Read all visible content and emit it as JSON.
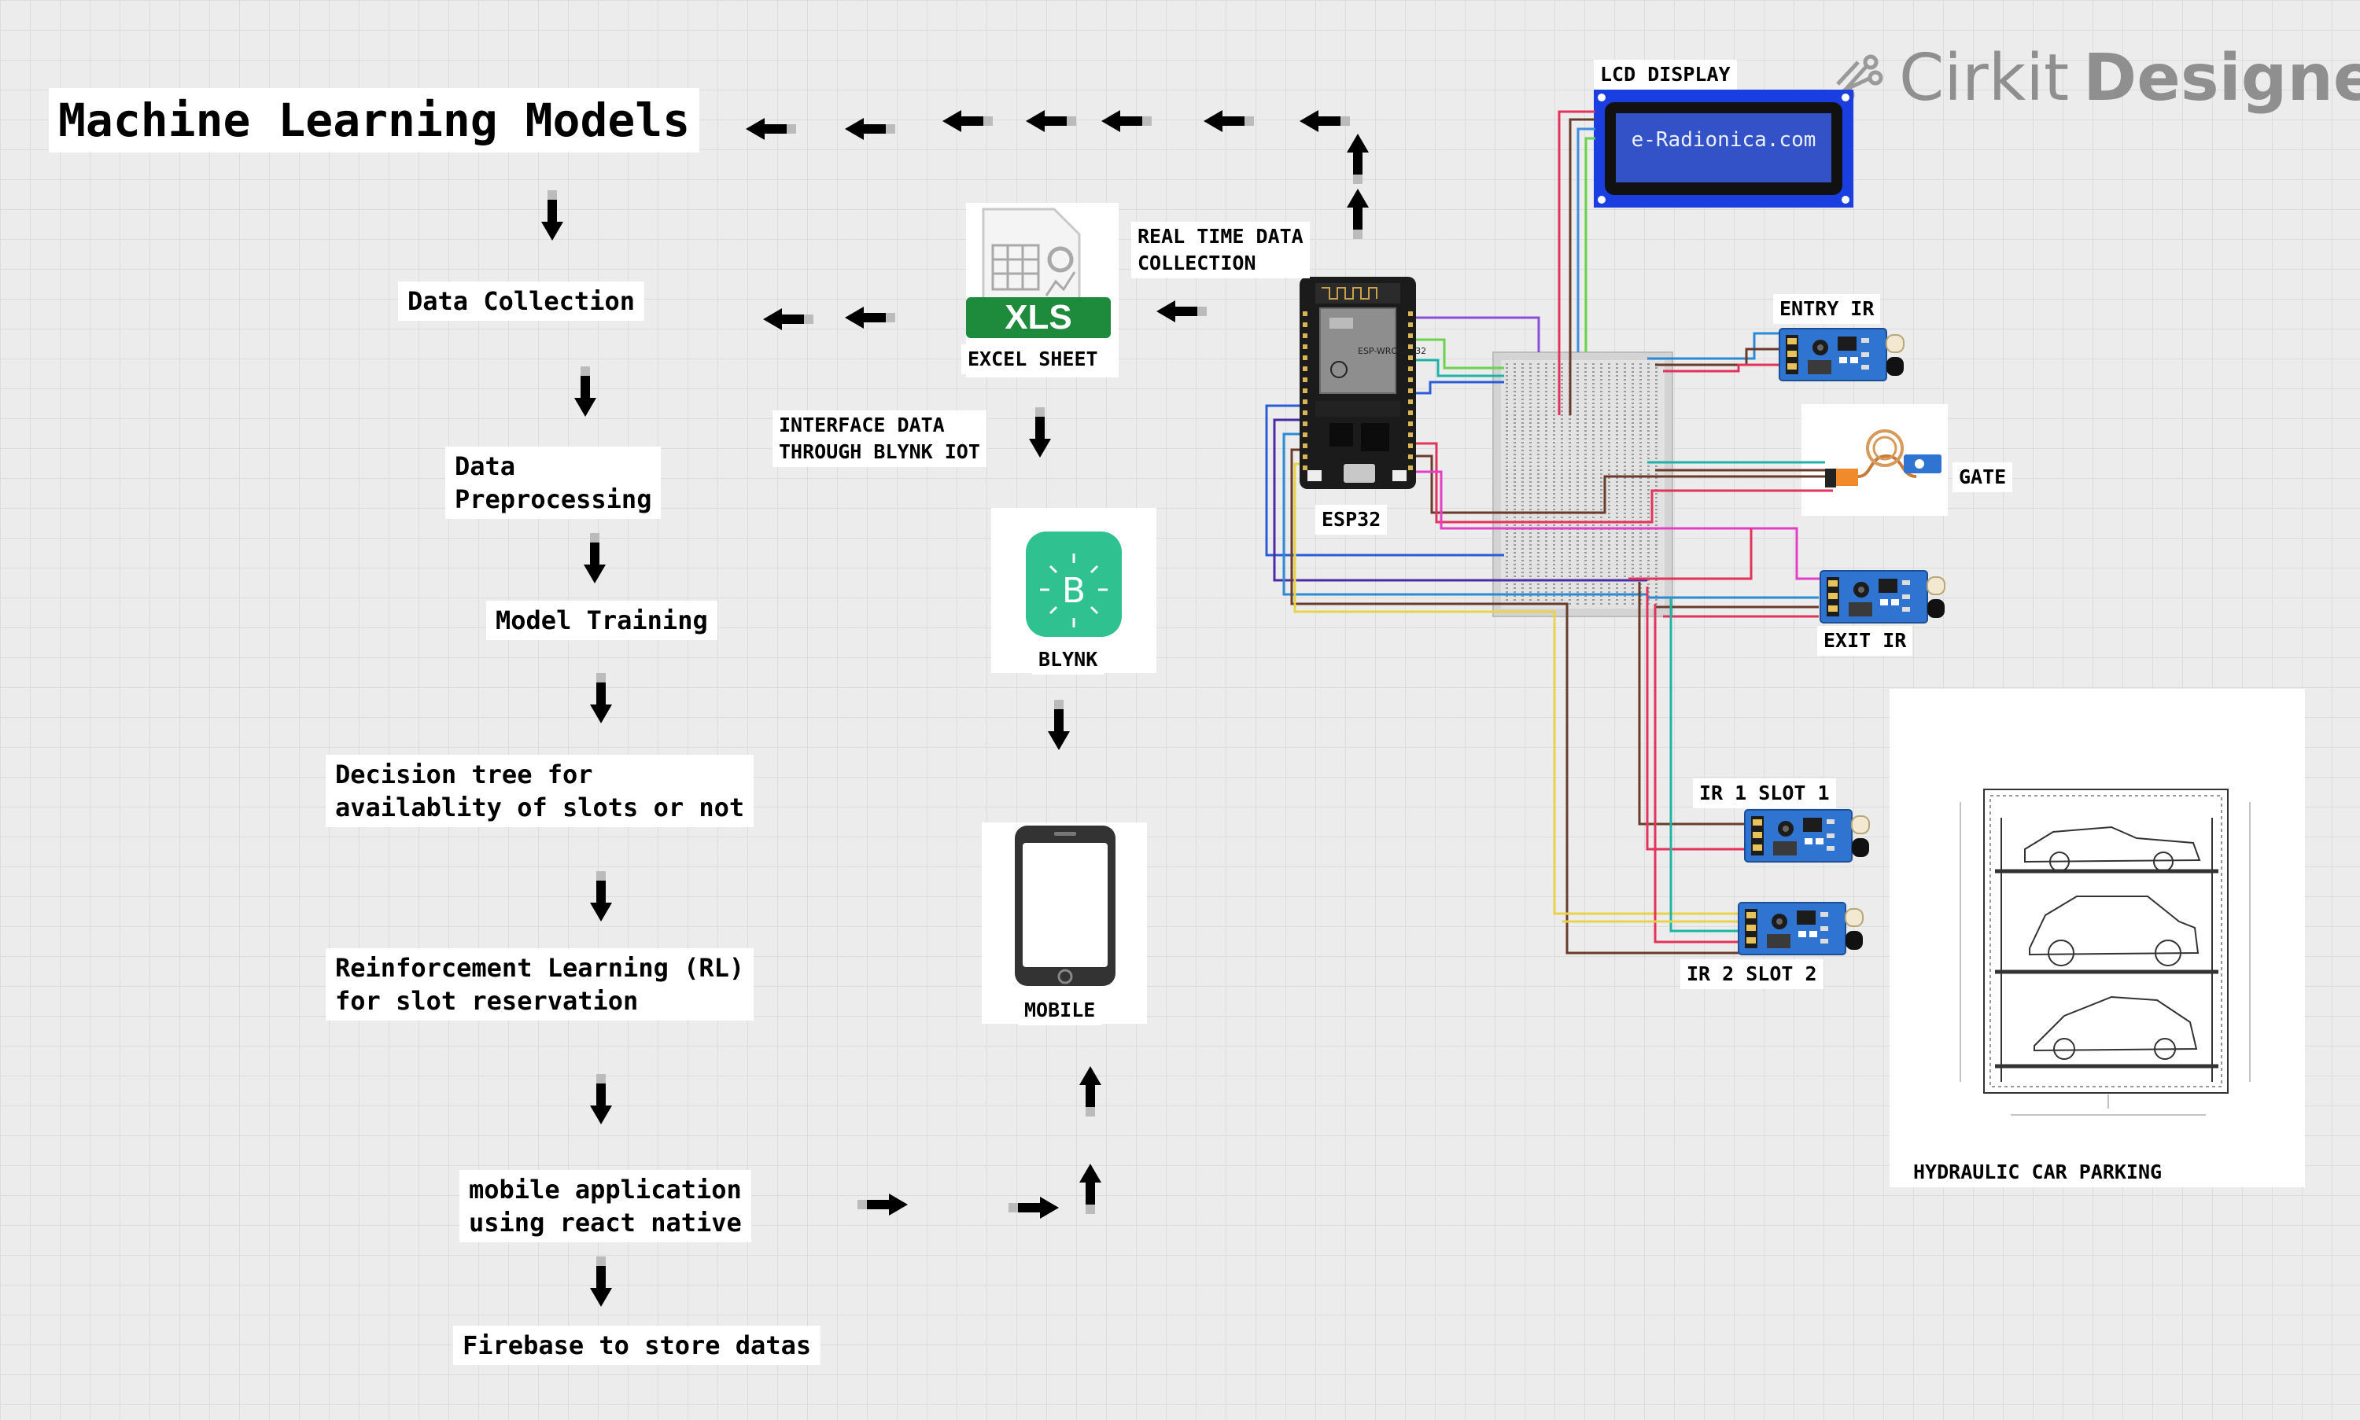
{
  "brand": {
    "name_light": "Cirkit",
    "name_bold": "Designer",
    "icon": "circuit-icon"
  },
  "flow": {
    "title": "Machine Learning Models",
    "steps": [
      "Data Collection",
      "Data\nPreprocessing",
      "Model Training",
      "Decision tree for\navailablity of slots or not",
      "Reinforcement Learning (RL)\nfor slot reservation",
      "mobile application\nusing react native",
      "Firebase to store datas"
    ]
  },
  "labels": {
    "excel": "EXCEL SHEET",
    "xls": "XLS",
    "realtime": "REAL TIME DATA\nCOLLECTION",
    "interface": "INTERFACE DATA\nTHROUGH BLYNK IOT",
    "blynk": "BLYNK",
    "blynk_letter": "B",
    "mobile": "MOBILE",
    "lcd": "LCD DISPLAY",
    "lcd_text": "e-Radionica.com",
    "esp32": "ESP32",
    "entry_ir": "ENTRY IR",
    "gate": "GATE",
    "exit_ir": "EXIT IR",
    "ir1": "IR 1 SLOT 1",
    "ir2": "IR 2 SLOT 2",
    "parking": "HYDRAULIC CAR PARKING"
  },
  "colors": {
    "lcd_blue": "#1a3ee0",
    "board_black": "#1b1b1b",
    "sensor_blue": "#2f74d0",
    "xls_green": "#1e8a3b",
    "blynk_green": "#2fc18f"
  }
}
